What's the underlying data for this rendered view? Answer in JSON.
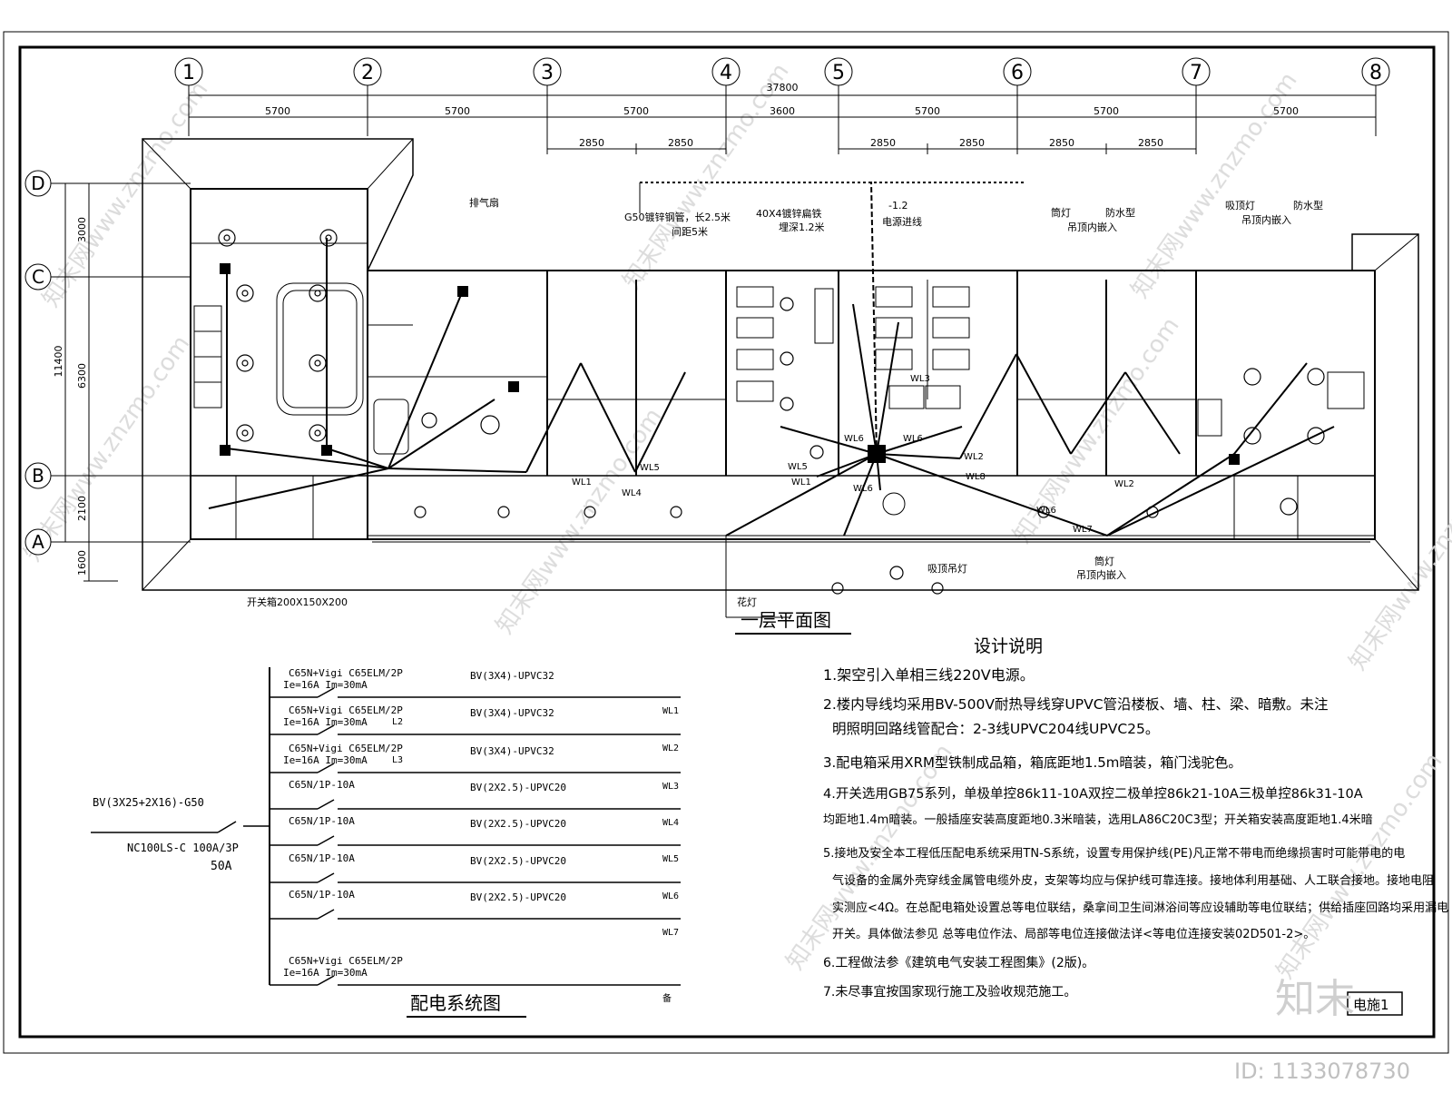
{
  "axes": {
    "columns": [
      "1",
      "2",
      "3",
      "4",
      "5",
      "6",
      "7",
      "8"
    ],
    "rows": [
      "D",
      "C",
      "B",
      "A"
    ],
    "total": "37800",
    "spans_top": [
      "5700",
      "5700",
      "5700",
      "3600",
      "5700",
      "5700",
      "5700"
    ],
    "spans_sub_left": [
      "2850",
      "2850"
    ],
    "spans_sub_right": [
      "2850",
      "2850",
      "2850",
      "2850"
    ],
    "vertical_total": "11400",
    "vertical_spans": [
      "3000",
      "6300",
      "2100",
      "1600"
    ]
  },
  "plan_labels": {
    "exhaust_fan": "排气扇",
    "ground_pipe": "G50镀锌钢管，长2.5米",
    "ground_pipe_spacing": "间距5米",
    "flat_steel": "40X4镀锌扁铁",
    "bury_depth": "埋深1.2米",
    "level": "-1.2",
    "power_in": "电源进线",
    "tube_lamp": "筒灯",
    "waterproof": "防水型",
    "ceiling_embedded": "吊顶内嵌入",
    "ceiling_lamp": "吸顶灯",
    "waterproof_type": "防水型",
    "ceiling_embedded2": "吊顶内嵌入",
    "switch_box": "开关箱200X150X200",
    "flower_lamp": "花灯",
    "ceiling_pendant": "吸顶吊灯",
    "tube_lamp2": "筒灯",
    "ceiling_embedded3": "吊顶内嵌入",
    "plan_title": "一层平面图",
    "circuits": [
      "WL1",
      "WL4",
      "WL5",
      "WL1",
      "WL5",
      "WL6",
      "WL6",
      "WL6",
      "WL3",
      "WL2",
      "WL8",
      "WL2",
      "WL6",
      "WL7"
    ]
  },
  "system": {
    "title": "配电系统图",
    "incoming_cable": "BV(3X25+2X16)-G50",
    "main_breaker": "NC100LS-C 100A/3P",
    "main_current": "50A",
    "branches": [
      {
        "breaker": "C65N+Vigi C65ELM/2P",
        "rating": "Ie=16A  Im=30mA",
        "phase": "",
        "cable": "BV(3X4)-UPVC32",
        "circuit": "WL1"
      },
      {
        "breaker": "C65N+Vigi C65ELM/2P",
        "rating": "Ie=16A  Im=30mA",
        "phase": "L2",
        "cable": "BV(3X4)-UPVC32",
        "circuit": "WL2"
      },
      {
        "breaker": "C65N+Vigi C65ELM/2P",
        "rating": "Ie=16A  Im=30mA",
        "phase": "L3",
        "cable": "BV(3X4)-UPVC32",
        "circuit": "WL3"
      },
      {
        "breaker": "C65N/1P-10A",
        "rating": "",
        "phase": "",
        "cable": "BV(2X2.5)-UPVC20",
        "circuit": "WL4"
      },
      {
        "breaker": "C65N/1P-10A",
        "rating": "",
        "phase": "",
        "cable": "BV(2X2.5)-UPVC20",
        "circuit": "WL5"
      },
      {
        "breaker": "C65N/1P-10A",
        "rating": "",
        "phase": "",
        "cable": "BV(2X2.5)-UPVC20",
        "circuit": "WL6"
      },
      {
        "breaker": "C65N/1P-10A",
        "rating": "",
        "phase": "",
        "cable": "BV(2X2.5)-UPVC20",
        "circuit": "WL7"
      },
      {
        "breaker": "C65N+Vigi C65ELM/2P",
        "rating": "Ie=16A  Im=30mA",
        "phase": "",
        "cable": "",
        "circuit": "备"
      }
    ]
  },
  "notes": {
    "title": "设计说明",
    "lines": [
      "1.架空引入单相三线220V电源。",
      "2.楼内导线均采用BV-500V耐热导线穿UPVC管沿楼板、墙、柱、梁、暗敷。未注",
      "明照明回路线管配合：2-3线UPVC204线UPVC25。",
      "3.配电箱采用XRM型铁制成品箱，箱底距地1.5m暗装，箱门浅驼色。",
      "4.开关选用GB75系列，单极单控86k11-10A双控二极单控86k21-10A三极单控86k31-10A",
      "均距地1.4m暗装。一般插座安装高度距地0.3米暗装，选用LA86C20C3型；开关箱安装高度距地1.4米暗",
      "5.接地及安全本工程低压配电系统采用TN-S系统，设置专用保护线(PE)凡正常不带电而绝缘损害时可能带电的电",
      "气设备的金属外壳穿线金属管电缆外皮，支架等均应与保护线可靠连接。接地体利用基础、人工联合接地。接地电阻",
      "实测应<4Ω。在总配电箱处设置总等电位联结，桑拿间卫生间淋浴间等应设辅助等电位联结；供给插座回路均采用漏电",
      "开关。具体做法参见 总等电位作法、局部等电位连接做法详<等电位连接安装02D501-2>。",
      "6.工程做法参《建筑电气安装工程图集》(2版)。",
      "7.未尽事宜按国家现行施工及验收规范施工。"
    ]
  },
  "sheet": {
    "number": "电施1",
    "logo": "知末",
    "id": "ID: 1133078730",
    "watermark": "知末网www.znzmo.com"
  }
}
